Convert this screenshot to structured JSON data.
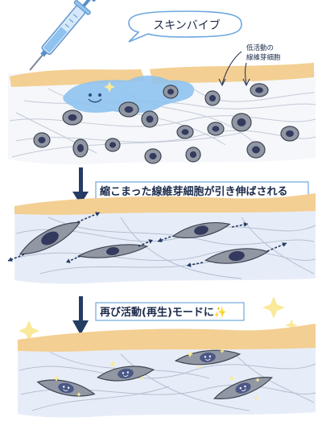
{
  "callout": {
    "product_label": "スキンバイブ"
  },
  "panel1": {
    "fibroblast_label_line1": "低活動の",
    "fibroblast_label_line2": "線維芽細胞"
  },
  "panel2": {
    "caption": "縮こまった線維芽細胞が引き伸ばされる"
  },
  "panel3": {
    "caption": "再び活動(再生)モードに",
    "sparkle_glyph": "✨"
  },
  "colors": {
    "skin_surface": "#f3cf93",
    "dermis": "#e7edf8",
    "gel": "#8fc2ee",
    "cell_fill": "#9198a3",
    "nucleus": "#333a5e",
    "arrow": "#243b63",
    "sparkle": "#fbe99a",
    "caption_border": "#6ea6df"
  },
  "icons": [
    "syringe-icon",
    "down-arrow-icon",
    "smiley-icon",
    "sparkle-icon"
  ]
}
